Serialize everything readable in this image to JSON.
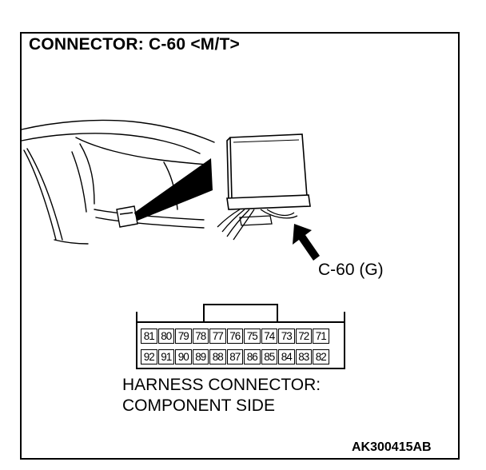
{
  "title": "CONNECTOR: C-60 <M/T>",
  "callout_label": "C-60 (G)",
  "connector": {
    "top_row": [
      "81",
      "80",
      "79",
      "78",
      "77",
      "76",
      "75",
      "74",
      "73",
      "72",
      "71"
    ],
    "bottom_row": [
      "92",
      "91",
      "90",
      "89",
      "88",
      "87",
      "86",
      "85",
      "84",
      "83",
      "82"
    ],
    "caption_line1": "HARNESS CONNECTOR:",
    "caption_line2": "COMPONENT SIDE"
  },
  "figure_id": "AK300415AB"
}
